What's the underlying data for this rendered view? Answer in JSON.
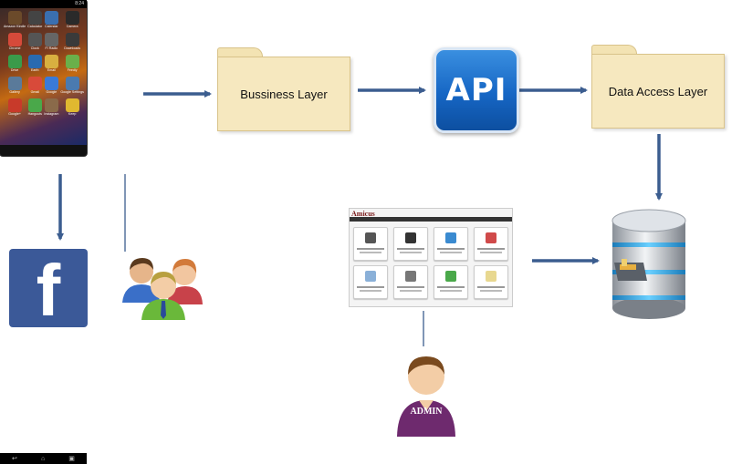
{
  "phone": {
    "status_time": "8:24",
    "apps": [
      {
        "label": "Amazon Kindle",
        "icon": "kindle-icon",
        "color": "#6b4a2a"
      },
      {
        "label": "Calculator",
        "icon": "calculator-icon",
        "color": "#444444"
      },
      {
        "label": "Calendar",
        "icon": "calendar-icon",
        "color": "#3a6fb0"
      },
      {
        "label": "Camera",
        "icon": "camera-icon",
        "color": "#2a2a2a"
      },
      {
        "label": "Chrome",
        "icon": "chrome-icon",
        "color": "#d64a3a"
      },
      {
        "label": "Clock",
        "icon": "clock-icon",
        "color": "#555555"
      },
      {
        "label": "FI Radio",
        "icon": "radio-icon",
        "color": "#666666"
      },
      {
        "label": "Downloads",
        "icon": "downloads-icon",
        "color": "#3a3a3a"
      },
      {
        "label": "Drive",
        "icon": "drive-icon",
        "color": "#3a9a4a"
      },
      {
        "label": "Earth",
        "icon": "earth-icon",
        "color": "#2a6ab0"
      },
      {
        "label": "Email",
        "icon": "email-icon",
        "color": "#d8b040"
      },
      {
        "label": "Feedly",
        "icon": "feedly-icon",
        "color": "#6ab04a"
      },
      {
        "label": "Gallery",
        "icon": "gallery-icon",
        "color": "#5a7a9a"
      },
      {
        "label": "Gmail",
        "icon": "gmail-icon",
        "color": "#d84a3a"
      },
      {
        "label": "Google",
        "icon": "google-icon",
        "color": "#3a7ad8"
      },
      {
        "label": "Google Settings",
        "icon": "google-settings-icon",
        "color": "#4a7ab0"
      },
      {
        "label": "Google+",
        "icon": "google-plus-icon",
        "color": "#c83a2a"
      },
      {
        "label": "Hangouts",
        "icon": "hangouts-icon",
        "color": "#4aa84a"
      },
      {
        "label": "Instagram",
        "icon": "instagram-icon",
        "color": "#8a6a4a"
      },
      {
        "label": "Keep",
        "icon": "keep-icon",
        "color": "#e0b830"
      }
    ]
  },
  "nodes": {
    "business_layer": "Bussiness Layer",
    "api": "API",
    "data_access_layer": "Data Access Layer",
    "facebook": "f",
    "admin": "ADMIN",
    "webapp_brand": "Amicus"
  },
  "colors": {
    "arrow": "#3b5d8f",
    "facebook": "#3b5998",
    "api": "#1666c4",
    "folder": "#f6e8bf",
    "admin_shirt": "#6e2a6e"
  }
}
